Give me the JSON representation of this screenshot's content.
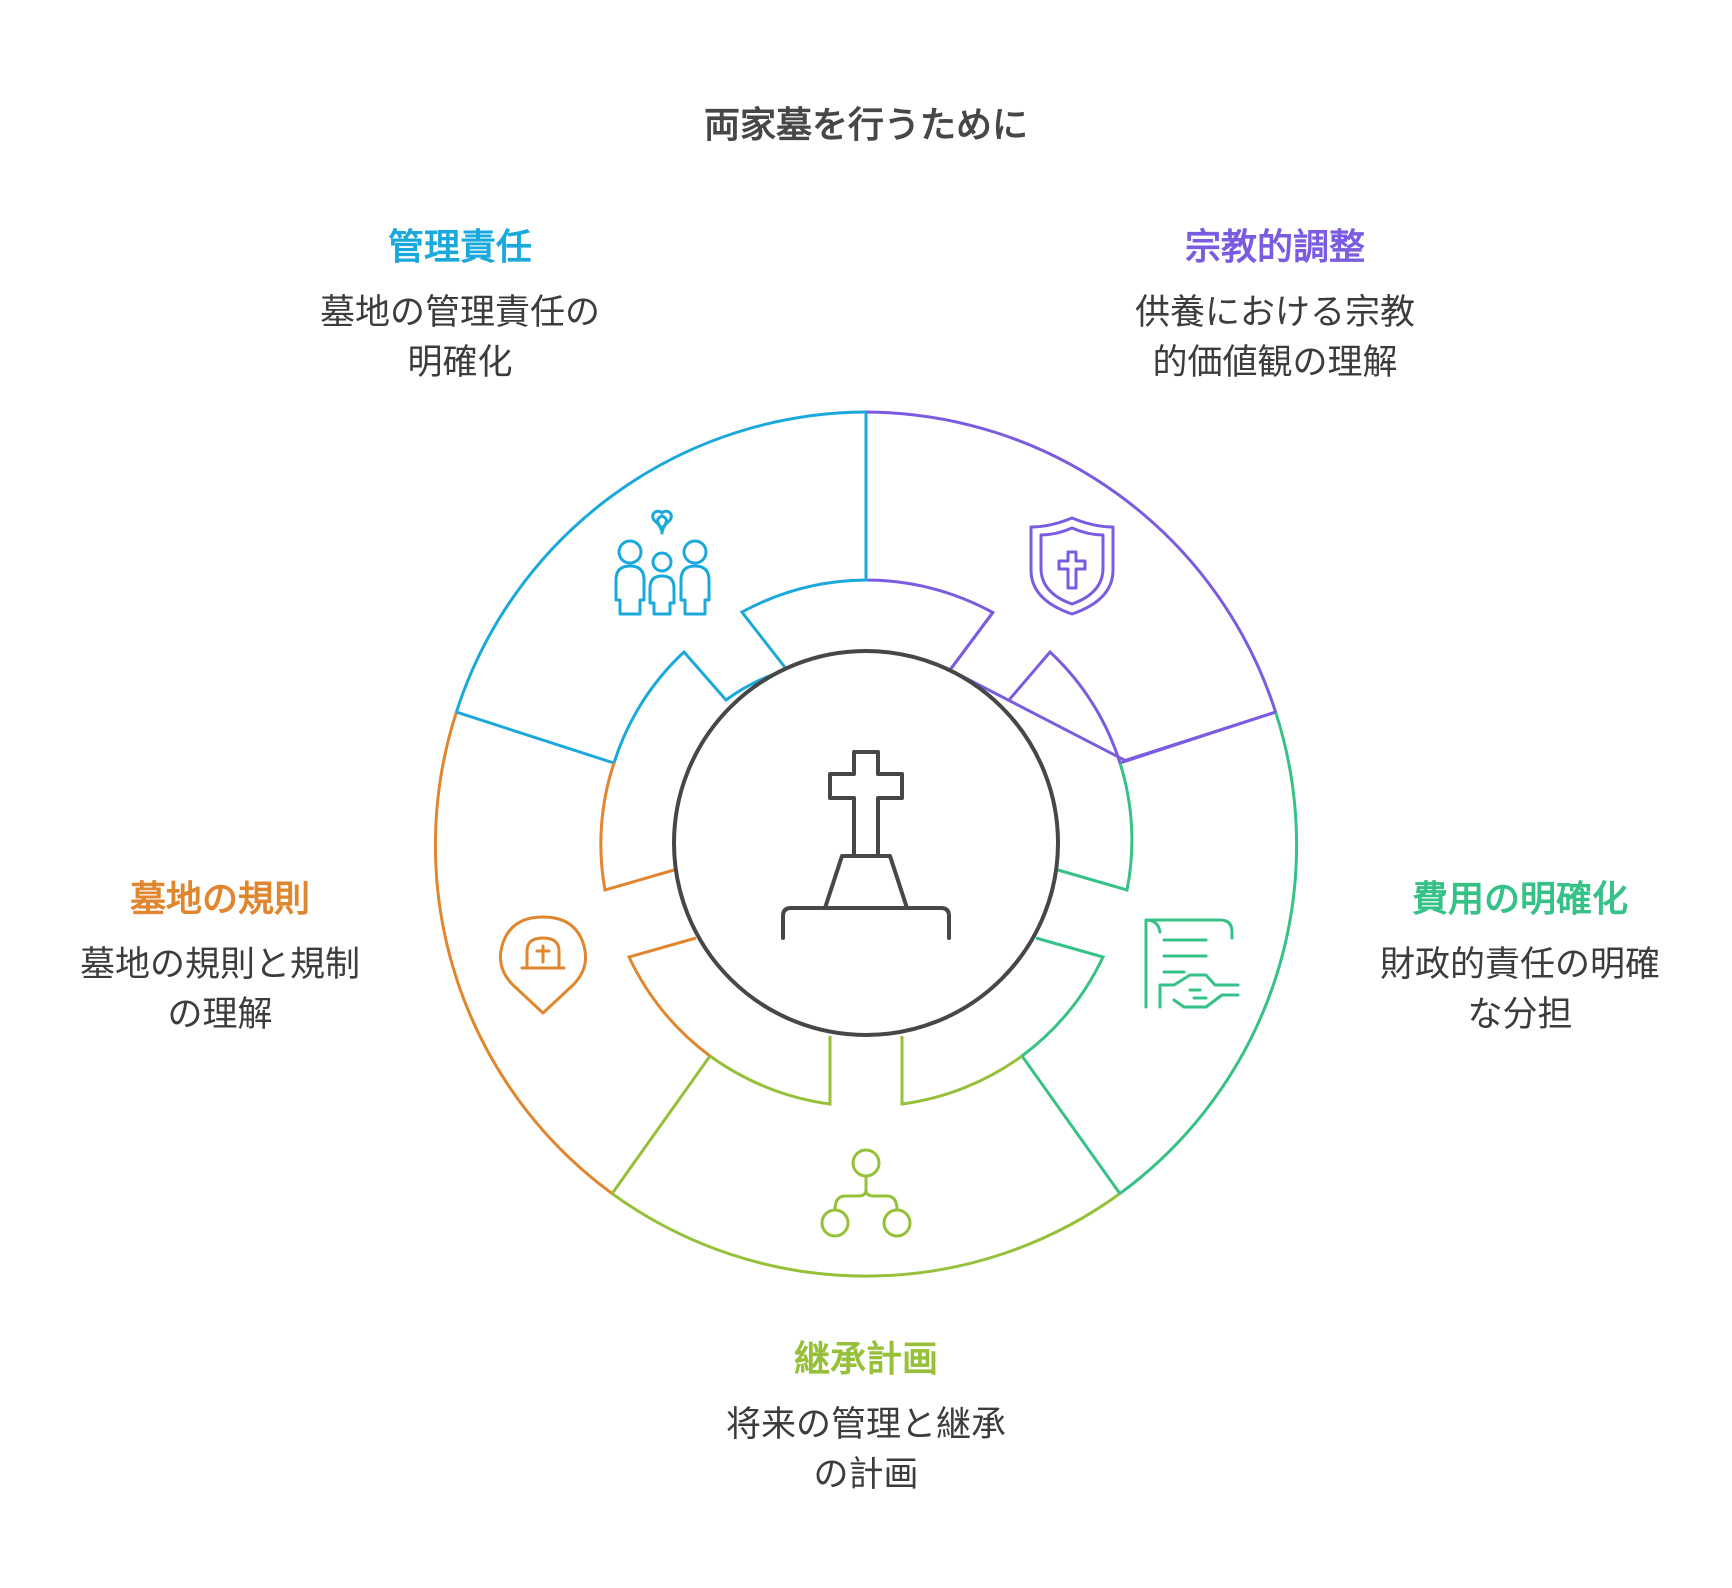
{
  "title": "両家墓を行うために",
  "center": {
    "icon": "grave-cross-icon"
  },
  "segments": [
    {
      "key": "management",
      "title": "管理責任",
      "desc_lines": [
        "墓地の管理責任の",
        "明確化"
      ],
      "color": "#1ba9dc",
      "icon": "family-heart-icon"
    },
    {
      "key": "religion",
      "title": "宗教的調整",
      "desc_lines": [
        "供養における宗教",
        "的価値観の理解"
      ],
      "color": "#7b5ce0",
      "icon": "shield-cross-icon"
    },
    {
      "key": "cost",
      "title": "費用の明確化",
      "desc_lines": [
        "財政的責任の明確",
        "な分担"
      ],
      "color": "#36c187",
      "icon": "contract-handshake-icon"
    },
    {
      "key": "succession",
      "title": "継承計画",
      "desc_lines": [
        "将来の管理と継承",
        "の計画"
      ],
      "color": "#96c03a",
      "icon": "branch-nodes-icon"
    },
    {
      "key": "rules",
      "title": "墓地の規則",
      "desc_lines": [
        "墓地の規則と規制",
        "の理解"
      ],
      "color": "#e0862f",
      "icon": "grave-pin-icon"
    }
  ]
}
